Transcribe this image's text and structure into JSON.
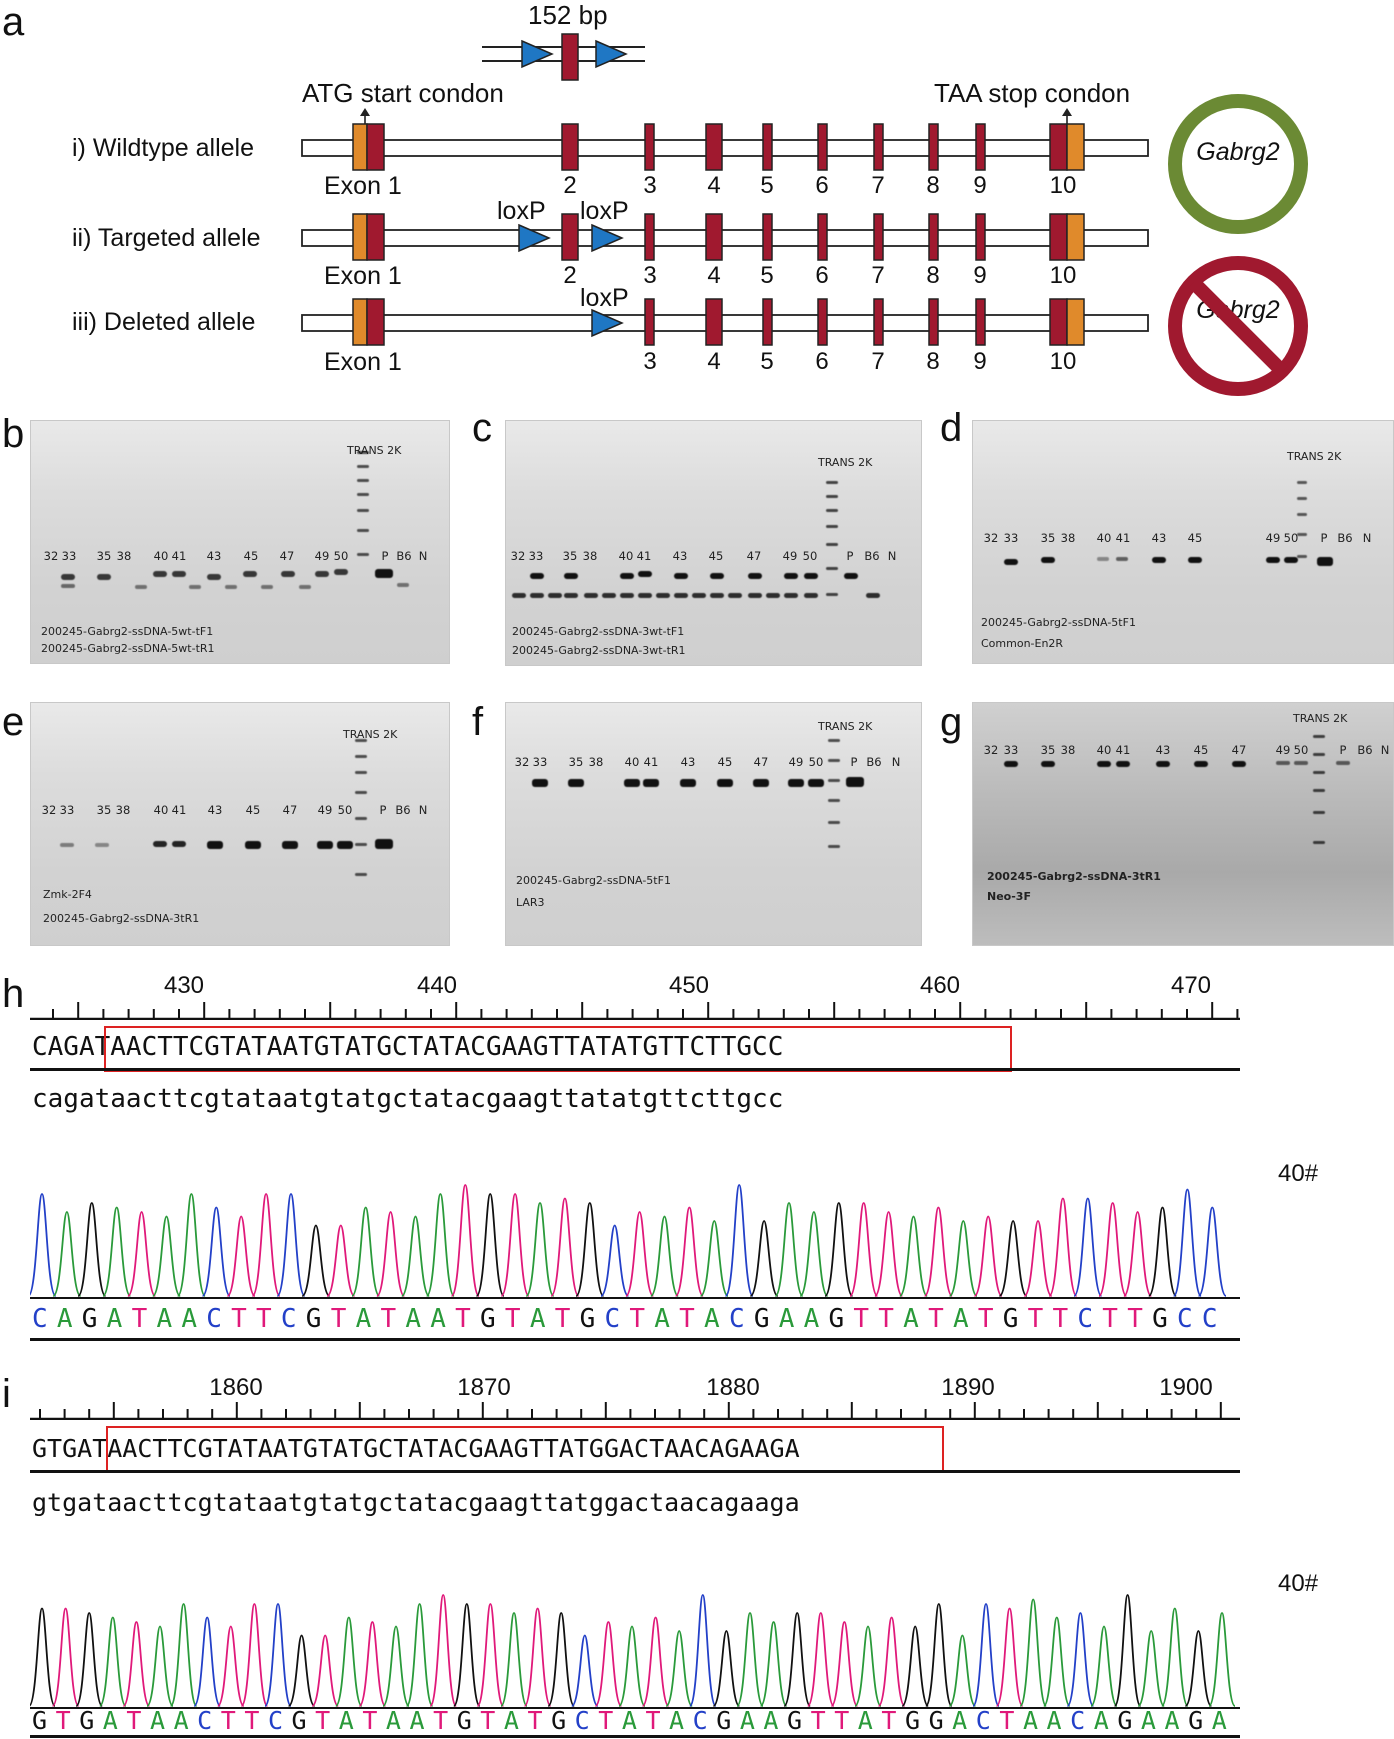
{
  "panel_a": {
    "label": "a",
    "bp_label": "152 bp",
    "atg_label": "ATG start condon",
    "taa_label": "TAA stop condon",
    "rows": [
      {
        "label": "i) Wildtype allele",
        "exon1": "Exon 1"
      },
      {
        "label": "ii) Targeted allele",
        "exon1": "Exon 1"
      },
      {
        "label": "iii) Deleted allele",
        "exon1": "Exon 1"
      }
    ],
    "loxp": "loxP",
    "exon_numbers_full": [
      "2",
      "3",
      "4",
      "5",
      "6",
      "7",
      "8",
      "9",
      "10"
    ],
    "exon_numbers_deleted": [
      "3",
      "4",
      "5",
      "6",
      "7",
      "8",
      "9",
      "10"
    ],
    "gene_wt": "Gabrg2",
    "gene_deleted": "Gabrg2",
    "colors": {
      "exon": "#a0192f",
      "utr": "#e08a2b",
      "loxp": "#1f77c4",
      "wt_ring": "#6b8a34",
      "ko_ring": "#a0192f"
    }
  },
  "gels": {
    "b": {
      "label": "b",
      "marker": "TRANS 2K",
      "lanes": [
        "32",
        "33",
        "35",
        "38",
        "40",
        "41",
        "43",
        "45",
        "47",
        "49",
        "50",
        "P",
        "B6",
        "N"
      ],
      "primers": [
        "200245-Gabrg2-ssDNA-5wt-tF1",
        "200245-Gabrg2-ssDNA-5wt-tR1"
      ]
    },
    "c": {
      "label": "c",
      "marker": "TRANS 2K",
      "lanes": [
        "32",
        "33",
        "35",
        "38",
        "40",
        "41",
        "43",
        "45",
        "47",
        "49",
        "50",
        "P",
        "B6",
        "N"
      ],
      "primers": [
        "200245-Gabrg2-ssDNA-3wt-tF1",
        "200245-Gabrg2-ssDNA-3wt-tR1"
      ]
    },
    "d": {
      "label": "d",
      "marker": "TRANS 2K",
      "lanes": [
        "32",
        "33",
        "35",
        "38",
        "40",
        "41",
        "43",
        "45",
        "49",
        "50",
        "P",
        "B6",
        "N"
      ],
      "primers": [
        "200245-Gabrg2-ssDNA-5tF1",
        "Common-En2R"
      ]
    },
    "e": {
      "label": "e",
      "marker": "TRANS 2K",
      "lanes": [
        "32",
        "33",
        "35",
        "38",
        "40",
        "41",
        "43",
        "45",
        "47",
        "49",
        "50",
        "P",
        "B6",
        "N"
      ],
      "primers": [
        "Zmk-2F4",
        "200245-Gabrg2-ssDNA-3tR1"
      ]
    },
    "f": {
      "label": "f",
      "marker": "TRANS 2K",
      "lanes": [
        "32",
        "33",
        "35",
        "38",
        "40",
        "41",
        "43",
        "45",
        "47",
        "49",
        "50",
        "P",
        "B6",
        "N"
      ],
      "primers": [
        "200245-Gabrg2-ssDNA-5tF1",
        "LAR3"
      ]
    },
    "g": {
      "label": "g",
      "marker": "TRANS 2K",
      "lanes": [
        "32",
        "33",
        "35",
        "38",
        "40",
        "41",
        "43",
        "45",
        "47",
        "49",
        "50",
        "P",
        "B6",
        "N"
      ],
      "primers": [
        "200245-Gabrg2-ssDNA-3tR1",
        "Neo-3F"
      ]
    }
  },
  "panel_h": {
    "label": "h",
    "ticks": [
      "430",
      "440",
      "450",
      "460",
      "470"
    ],
    "ref_upper": "CAGATAACTTCGTATAATGTATGCTATACGAAGTTATATGTTCTTGCC",
    "ref_lower": "cagataacttcgtataatgtatgctatacgaagttatatgttcttgcc",
    "sample": "40#",
    "read": "CAGATAACTTCGTATAATGTATGCTATACGAAGTTATATGTTCTTGCC"
  },
  "panel_i": {
    "label": "i",
    "ticks": [
      "1860",
      "1870",
      "1880",
      "1890",
      "1900"
    ],
    "ref_upper": "GTGATAACTTCGTATAATGTATGCTATACGAAGTTATGGACTAACAGAAGA",
    "ref_lower": "gtgataacttcgtataatgtatgctatacgaagttatggactaacagaaga",
    "sample": "40#",
    "read": "GTGATAACTTCGTATAATGTATGCTATACGAAGTTATGGACTAACAGAAGA"
  }
}
